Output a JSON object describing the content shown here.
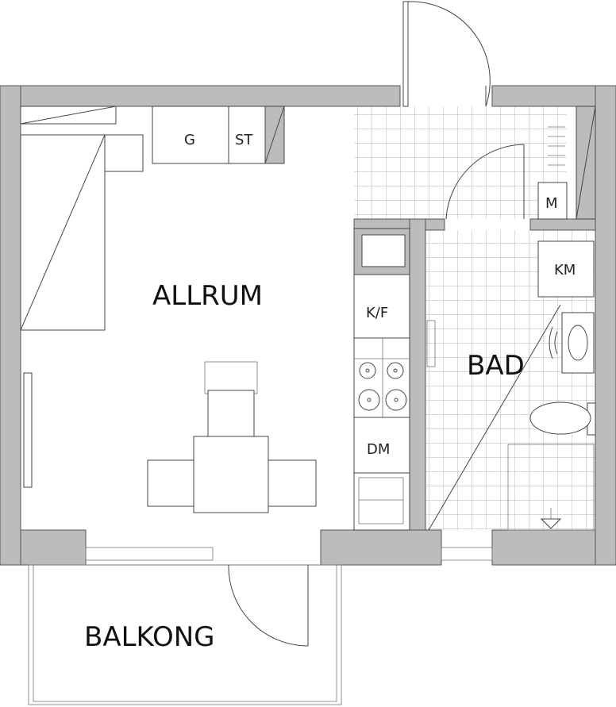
{
  "rooms": {
    "living": "ALLRUM",
    "bath": "BAD",
    "balcony": "BALKONG"
  },
  "fixtures": {
    "stove": "G",
    "storage": "ST",
    "fridge_freezer": "K/F",
    "dishwasher": "DM",
    "washing_machine": "KM",
    "m": "M"
  }
}
